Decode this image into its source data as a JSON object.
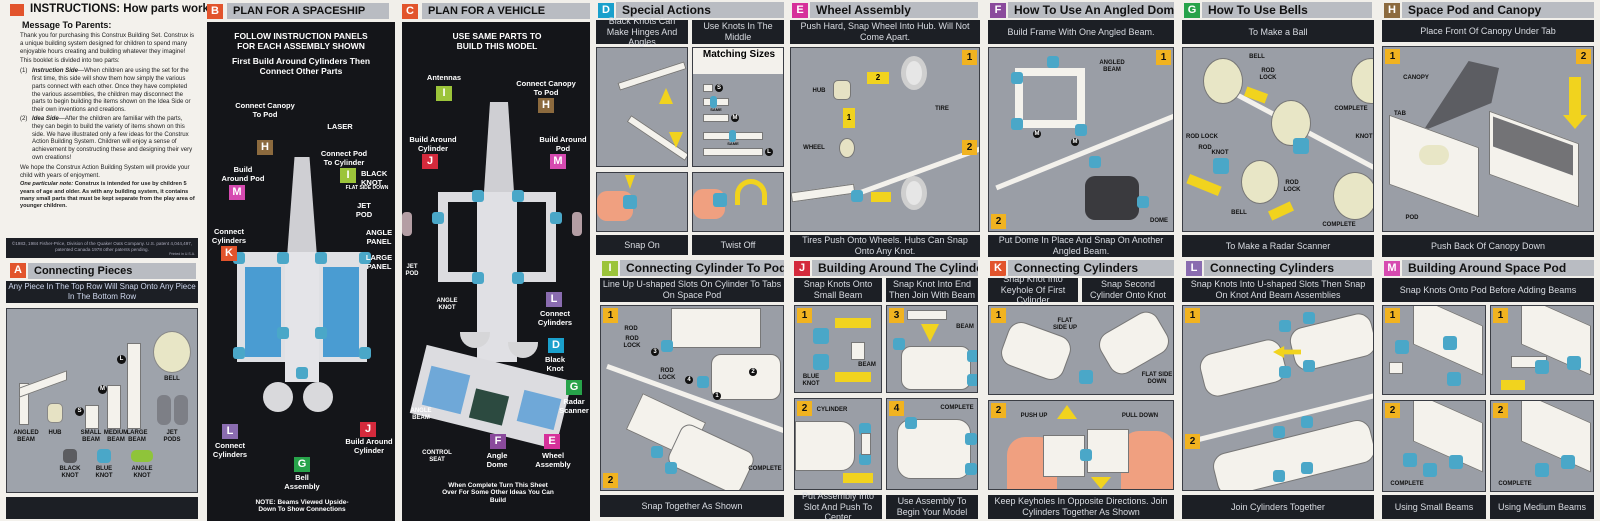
{
  "colors": {
    "orange": "#e2542c",
    "red": "#d42a3c",
    "pink": "#d6309a",
    "purple": "#8a4a9c",
    "green": "#27a34a",
    "lime": "#9cc43a",
    "brown": "#8c6a3e",
    "cyan": "#1aa0cc",
    "lavender": "#8a6cb0",
    "magenta": "#d64ab0",
    "step_yellow": "#f1b320",
    "knot_blue": "#4aa7c8"
  },
  "instructions": {
    "title": "INSTRUCTIONS: How parts work",
    "heading": "Message To Parents:",
    "intro": "Thank you for purchasing this Construx Building Set. Construx is a unique building system designed for children to spend many enjoyable hours creating and building whatever they imagine!",
    "divided": "This booklet is divided into two parts:",
    "part1_num": "(1)",
    "part1_title": "Instruction Side",
    "part1_text": "—When children are using the set for the first time, this side will show them how simply the various parts connect with each other. Once they have completed the various assemblies, the children may disconnect the parts to begin building the items shown on the Idea Side or their own inventions and creations.",
    "part2_num": "(2)",
    "part2_title": "Idea Side",
    "part2_text": "—After the children are familiar with the parts, they can begin to build the variety of items shown on this side. We have illustrated only a few ideas for the Construx Action Building System. Children will enjoy a sense of achievement by constructing these and designing their very own creations!",
    "hope": "We hope the Construx Action Building System will provide your child with years of enjoyment.",
    "note_title": "One particular note:",
    "note_text": "Construx is intended for use by children 5 years of age and older. As with any building system, it contains many small parts that must be kept separate from the play area of younger children.",
    "copyright": "©1983, 1984 Fisher-Price, Division of the Quaker Oats Company. U.S. patent 4,044,497, patented Canada 1978 other patents pending.",
    "printed": "Printed in U.S.A."
  },
  "panels": {
    "a": {
      "letter": "A",
      "title": "Connecting Pieces",
      "caption": "Any Piece In The Top Row Will Snap Onto Any Piece In The Bottom Row",
      "parts": [
        "ANGLED BEAM",
        "HUB",
        "SMALL BEAM",
        "MEDIUM BEAM",
        "LARGE BEAM",
        "BELL",
        "JET PODS",
        "BLACK KNOT",
        "BLUE KNOT",
        "ANGLE KNOT"
      ],
      "size_s": "S",
      "size_m": "M",
      "size_l": "L"
    },
    "b": {
      "letter": "B",
      "title": "PLAN FOR A SPACESHIP",
      "intro1": "FOLLOW INSTRUCTION PANELS FOR EACH ASSEMBLY SHOWN",
      "intro2": "First Build Around Cylinders Then Connect Other Parts",
      "callouts": [
        {
          "letter": "H",
          "text": "Connect Canopy To Pod"
        },
        {
          "letter": "I",
          "text": "Connect Pod To Cylinder"
        },
        {
          "letter": "M",
          "text": "Build Around Pod"
        },
        {
          "letter": "K",
          "text": "Connect Cylinders"
        },
        {
          "letter": "L",
          "text": "Connect Cylinders"
        },
        {
          "letter": "J",
          "text": "Build Around Cylinder"
        },
        {
          "letter": "G",
          "text": "Bell Assembly"
        }
      ],
      "labels": {
        "laser": "LASER",
        "black_knot": "BLACK KNOT",
        "flat_side": "FLAT SIDE DOWN",
        "jet_pod": "JET POD",
        "angle_panel": "ANGLE PANEL",
        "large_panel": "LARGE PANEL"
      },
      "note": "NOTE: Beams Viewed Upside-Down To Show Connections"
    },
    "c": {
      "letter": "C",
      "title": "PLAN FOR A VEHICLE",
      "intro": "USE SAME PARTS TO BUILD THIS MODEL",
      "callouts": [
        {
          "letter": "I",
          "text": "Antennas"
        },
        {
          "letter": "H",
          "text": "Connect Canopy To Pod"
        },
        {
          "letter": "J",
          "text": "Build Around Cylinder"
        },
        {
          "letter": "M",
          "text": "Build Around Pod"
        },
        {
          "letter": "L",
          "text": "Connect Cylinders"
        },
        {
          "letter": "D",
          "text": "Black Knot"
        },
        {
          "letter": "G",
          "text": "Radar Scanner"
        },
        {
          "letter": "F",
          "text": "Angle Dome"
        },
        {
          "letter": "E",
          "text": "Wheel Assembly"
        }
      ],
      "labels": {
        "jet_pod": "JET POD",
        "angle_knot": "ANGLE KNOT",
        "angle_beam": "ANGLE BEAM",
        "control_seat": "CONTROL SEAT"
      },
      "note": "When Complete Turn This Sheet Over For Some Other Ideas You Can Build"
    },
    "d": {
      "letter": "D",
      "title": "Special Actions",
      "cap1": "Black Knots Can Make Hinges And Angles",
      "cap2": "Use Knots In The Middle",
      "matching": "Matching Sizes",
      "same": "SAME",
      "s": "S",
      "m": "M",
      "l": "L",
      "cap3": "Snap On",
      "cap4": "Twist Off"
    },
    "e": {
      "letter": "E",
      "title": "Wheel Assembly",
      "cap_top": "Push Hard, Snap Wheel Into Hub. Will Not Come Apart.",
      "hub": "HUB",
      "wheel": "WHEEL",
      "tire": "TIRE",
      "a1": "1",
      "a2": "2",
      "s1": "1",
      "s2": "2",
      "cap_bottom": "Tires Push Onto Wheels. Hubs Can Snap Onto Any Knot."
    },
    "f": {
      "letter": "F",
      "title": "How To Use An Angled Dome",
      "cap_top": "Build Frame With One Angled Beam.",
      "angled_beam": "ANGLED BEAM",
      "dome": "DOME",
      "m": "M",
      "s1": "1",
      "s2": "2",
      "cap_bottom": "Put Dome In Place And Snap On Another Angled Beam."
    },
    "g": {
      "letter": "G",
      "title": "How To Use Bells",
      "cap_top": "To Make a Ball",
      "bell": "BELL",
      "rod_lock": "ROD LOCK",
      "complete": "COMPLETE",
      "rod": "ROD",
      "knot": "KNOT",
      "cap_bottom": "To Make a Radar Scanner"
    },
    "h": {
      "letter": "H",
      "title": "Space Pod and Canopy",
      "cap_top": "Place Front Of Canopy Under Tab",
      "canopy": "CANOPY",
      "tab": "TAB",
      "pod": "POD",
      "s1": "1",
      "s2": "2",
      "cap_bottom": "Push Back Of Canopy Down"
    },
    "i": {
      "letter": "I",
      "title": "Connecting Cylinder To Pod",
      "cap_top": "Line Up U-shaped Slots On Cylinder To Tabs On Space Pod",
      "rod": "ROD",
      "rod_lock": "ROD LOCK",
      "complete": "COMPLETE",
      "s1": "1",
      "s2": "2",
      "n1": "1",
      "n2": "2",
      "n3": "3",
      "n4": "4",
      "cap_bottom": "Snap Together As Shown"
    },
    "j": {
      "letter": "J",
      "title": "Building Around The Cylinder",
      "cap1": "Snap Knots Onto Small Beam",
      "cap2": "Snap Knot Into End Then Join With Beam",
      "blue_knot": "BLUE KNOT",
      "beam": "BEAM",
      "cylinder": "CYLINDER",
      "complete": "COMPLETE",
      "s1": "1",
      "s2": "2",
      "s3": "3",
      "s4": "4",
      "cap3": "Put Assembly Into Slot And Push To Center",
      "cap4": "Use Assembly To Begin Your Model"
    },
    "k": {
      "letter": "K",
      "title": "Connecting Cylinders",
      "cap1": "Snap Knot Into Keyhole Of First Cylinder",
      "cap2": "Snap Second Cylinder Onto Knot",
      "flat_up": "FLAT SIDE UP",
      "flat_down": "FLAT SIDE DOWN",
      "push_up": "PUSH UP",
      "pull_down": "PULL DOWN",
      "s1": "1",
      "s2": "2",
      "cap_bottom": "Keep Keyholes In Opposite Directions. Join Cylinders Together As Shown"
    },
    "l": {
      "letter": "L",
      "title": "Connecting Cylinders",
      "cap_top": "Snap Knots Into U-shaped Slots Then Snap On Knot And Beam Assemblies",
      "s1": "1",
      "s2": "2",
      "cap_bottom": "Join Cylinders Together"
    },
    "m": {
      "letter": "M",
      "title": "Building Around Space Pod",
      "cap_top": "Snap Knots Onto Pod Before Adding Beams",
      "complete": "COMPLETE",
      "s1": "1",
      "s2": "2",
      "cap3": "Using Small Beams",
      "cap4": "Using Medium Beams"
    }
  }
}
